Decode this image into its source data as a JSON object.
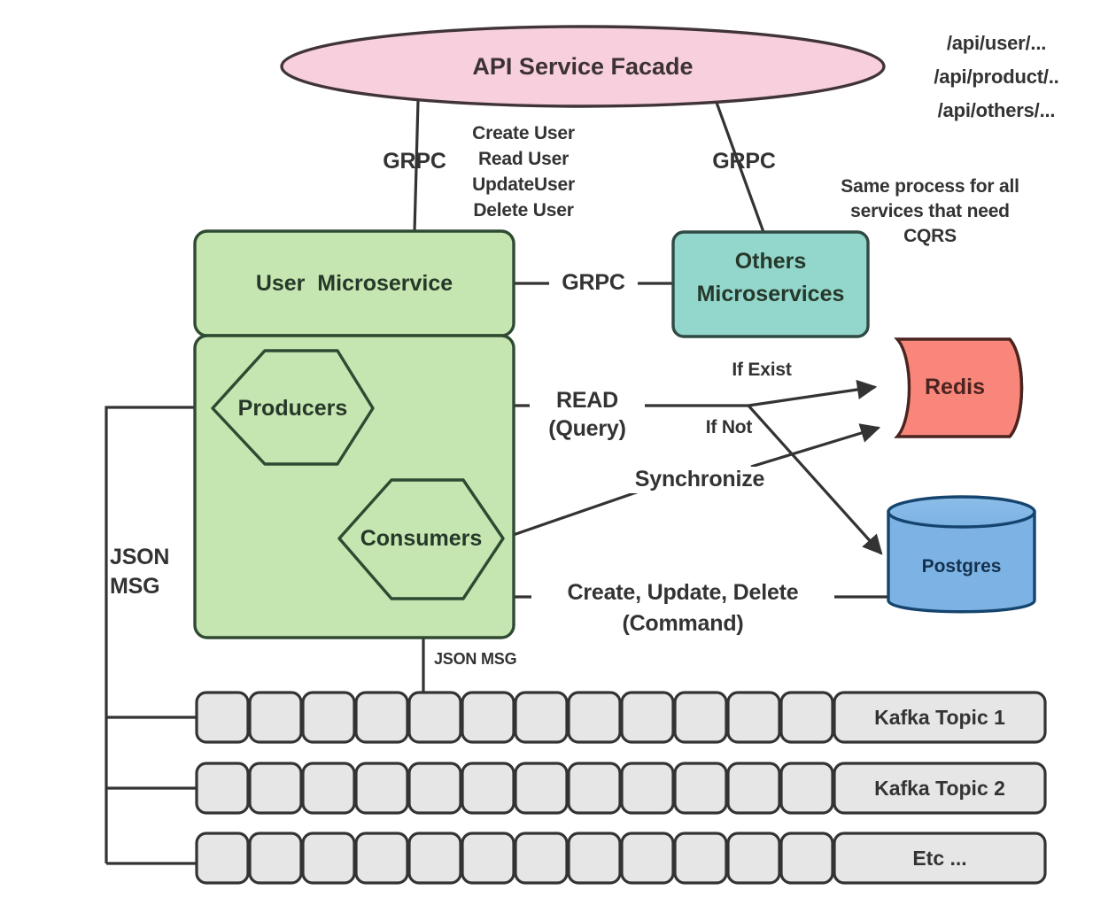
{
  "diagram": {
    "title": "CQRS Microservice Architecture",
    "nodes": {
      "facade": {
        "label": "API Service Facade",
        "color": "#f7cfdd"
      },
      "user_microservice": {
        "label": "User  Microservice",
        "color": "#c5e6b0"
      },
      "others_microservices": {
        "label_line1": "Others",
        "label_line2": "Microservices",
        "color": "#93d6cb"
      },
      "producers": {
        "label": "Producers",
        "color": "#c5e6b0"
      },
      "consumers": {
        "label": "Consumers",
        "color": "#c5e6b0"
      },
      "redis": {
        "label": "Redis",
        "color": "#f9867a"
      },
      "postgres": {
        "label": "Postgres",
        "color": "#7cb3e4"
      }
    },
    "notes": {
      "api_paths_line1": "/api/user/...",
      "api_paths_line2": "/api/product/..",
      "api_paths_line3": "/api/others/...",
      "cqrs_note_line1": "Same process for all",
      "cqrs_note_line2": "services that need",
      "cqrs_note_line3": "CQRS"
    },
    "edges": {
      "grpc_left": "GRPC",
      "grpc_right": "GRPC",
      "grpc_middle": "GRPC",
      "crud_line1": "Create User",
      "crud_line2": "Read User",
      "crud_line3": "UpdateUser",
      "crud_line4": "Delete User",
      "read_query_line1": "READ",
      "read_query_line2": "(Query)",
      "if_exist": "If Exist",
      "if_not": "If Not",
      "synchronize": "Synchronize",
      "command_line1": "Create, Update, Delete",
      "command_line2": "(Command)",
      "json_msg_left_line1": "JSON",
      "json_msg_left_line2": "MSG",
      "json_msg_bottom": "JSON MSG"
    },
    "kafka": {
      "cell_count": 12,
      "topics": [
        {
          "label": "Kafka Topic 1"
        },
        {
          "label": "Kafka Topic 2"
        },
        {
          "label": "Etc ..."
        }
      ],
      "cell_color": "#e6e6e6",
      "border_color": "#333333"
    },
    "colors": {
      "stroke": "#333333",
      "green_stroke": "#2f4a32",
      "pink_stroke": "#40343a",
      "teal_stroke": "#2f4a44",
      "redis_stroke": "#4a2420",
      "postgres_stroke": "#15456e"
    }
  }
}
